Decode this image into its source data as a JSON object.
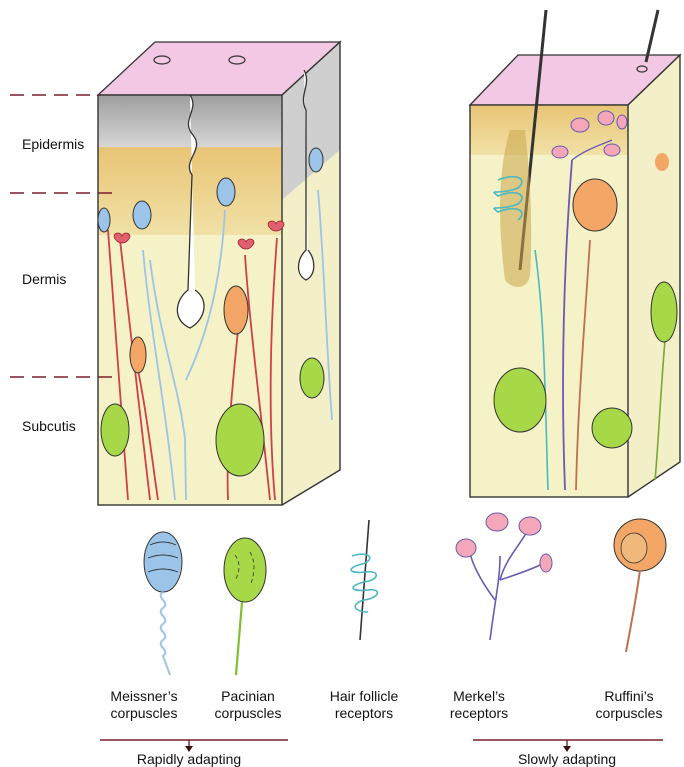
{
  "layers": {
    "epidermis": "Epidermis",
    "dermis": "Dermis",
    "subcutis": "Subcutis"
  },
  "receptors": [
    {
      "line1": "Meissner’s",
      "line2": "corpuscles"
    },
    {
      "line1": "Pacinian",
      "line2": "corpuscles"
    },
    {
      "line1": "Hair follicle",
      "line2": "receptors"
    },
    {
      "line1": "Merkel’s",
      "line2": "receptors"
    },
    {
      "line1": "Ruffini’s",
      "line2": "corpuscles"
    }
  ],
  "groups": {
    "rapid": "Rapidly adapting",
    "slow": "Slowly adapting"
  },
  "colors": {
    "surface": "#f2c8e4",
    "epidermis": "#bdbdbd",
    "band": "#e2c27a",
    "dermis": "#f4f2c6",
    "meissner": "#9cc4e8",
    "pacinian": "#a7d848",
    "merkel": "#f3a7b8",
    "ruffini": "#f3a666",
    "nerve_red": "#d0404a",
    "nerve_purple": "#6a5bb0",
    "hair_receptor": "#4bb8c0",
    "guide": "#7a1f2a"
  }
}
